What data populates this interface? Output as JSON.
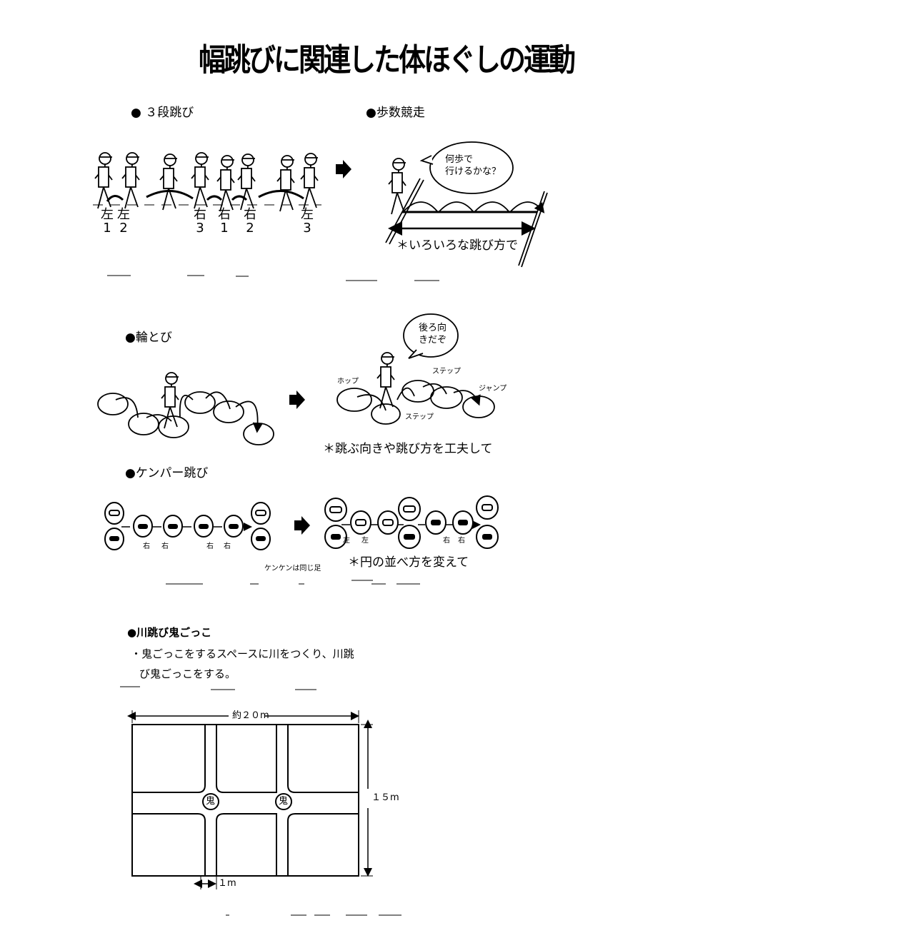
{
  "title": "幅跳びに関連した体ほぐしの運動",
  "sections": {
    "triple_jump": {
      "heading": "● ３段跳び",
      "steps": [
        {
          "foot": "左",
          "num": "1"
        },
        {
          "foot": "左",
          "num": "2"
        },
        {
          "foot": "右",
          "num": "3"
        },
        {
          "foot": "右",
          "num": "1"
        },
        {
          "foot": "右",
          "num": "2"
        },
        {
          "foot": "左",
          "num": "3"
        }
      ]
    },
    "step_race": {
      "heading": "●歩数競走",
      "bubble": [
        "何歩で",
        "行けるかな？"
      ],
      "note": "＊いろいろな跳び方で"
    },
    "ring_jump": {
      "heading": "●輪とび",
      "bubble": [
        "後ろ向",
        "きだぞ"
      ],
      "labels": {
        "hop": "ホップ",
        "step1": "ステップ",
        "step2": "ステップ",
        "jump": "ジャンプ"
      },
      "note": "＊跳ぶ向きや跳び方を工夫して"
    },
    "kenpa": {
      "heading": "●ケンパー跳び",
      "left_labels": [
        "右",
        "右",
        "右",
        "右"
      ],
      "right_labels": [
        "左",
        "左",
        "右",
        "右"
      ],
      "small_note": "ケンケンは同じ足",
      "note": "＊円の並べ方を変えて"
    },
    "river_tag": {
      "heading": "●川跳び鬼ごっこ",
      "description": [
        "・鬼ごっこをするスペースに川をつくり、川跳",
        "び鬼ごっこをする。"
      ],
      "width_label": "約２０m",
      "height_label": "１５m",
      "river_width_label": "１m",
      "oni_label": "鬼"
    }
  }
}
